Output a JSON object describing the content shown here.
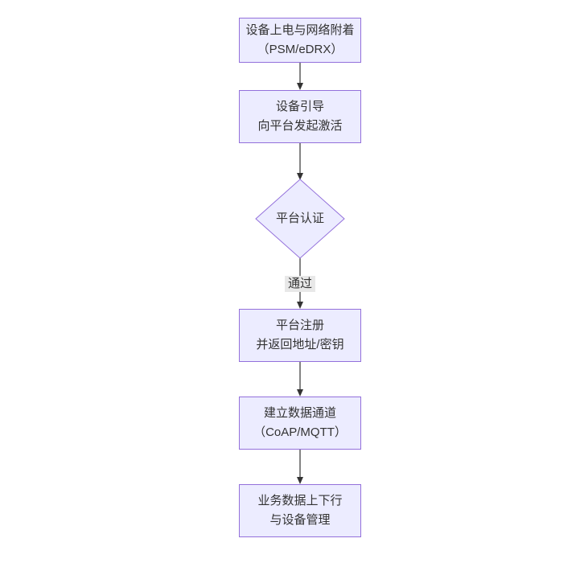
{
  "diagram": {
    "type": "flowchart",
    "direction": "top-down",
    "colors": {
      "node_fill": "#ECECFF",
      "node_border": "#9370DB",
      "edge_color": "#333333",
      "label_bg": "#e8e8e8",
      "text_color": "#333333",
      "canvas_bg": "#ffffff"
    },
    "nodes": [
      {
        "id": "power-attach",
        "type": "rect",
        "lines": [
          "设备上电与网络附着",
          "（PSM/eDRX）"
        ]
      },
      {
        "id": "bootstrap",
        "type": "rect",
        "lines": [
          "设备引导",
          "向平台发起激活"
        ]
      },
      {
        "id": "auth",
        "type": "diamond",
        "lines": [
          "平台认证"
        ]
      },
      {
        "id": "register",
        "type": "rect",
        "lines": [
          "平台注册",
          "并返回地址/密钥"
        ]
      },
      {
        "id": "channel",
        "type": "rect",
        "lines": [
          "建立数据通道",
          "（CoAP/MQTT）"
        ]
      },
      {
        "id": "business",
        "type": "rect",
        "lines": [
          "业务数据上下行",
          "与设备管理"
        ]
      }
    ],
    "edges": [
      {
        "from": "power-attach",
        "to": "bootstrap",
        "label": ""
      },
      {
        "from": "bootstrap",
        "to": "auth",
        "label": ""
      },
      {
        "from": "auth",
        "to": "register",
        "label": "通过"
      },
      {
        "from": "register",
        "to": "channel",
        "label": ""
      },
      {
        "from": "channel",
        "to": "business",
        "label": ""
      }
    ]
  }
}
